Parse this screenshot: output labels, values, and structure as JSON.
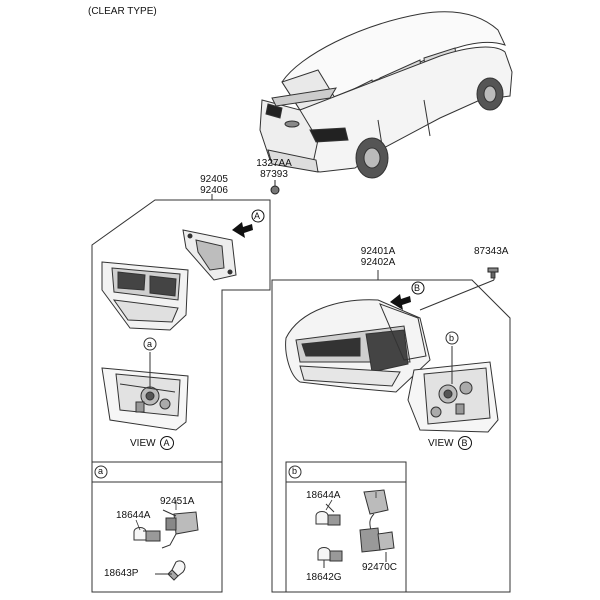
{
  "header": {
    "title": "(CLEAR TYPE)"
  },
  "parts": {
    "clip_top": [
      "1327AA",
      "87393"
    ],
    "inner_lamp": [
      "92405",
      "92406"
    ],
    "outer_lamp": [
      "92401A",
      "92402A"
    ],
    "screw": "87343A",
    "bulb_a_single": "18644A",
    "socket_a": "92451A",
    "bulb_a_small": "18643P",
    "bulb_b_single": "18644A",
    "bulb_b_small": "18642G",
    "socket_b": "92470C"
  },
  "views": {
    "view_a_text": "VIEW",
    "view_a_letter": "A",
    "view_b_text": "VIEW",
    "view_b_letter": "B"
  },
  "callouts": {
    "arrow_a": "A",
    "arrow_b": "B",
    "detail_a": "a",
    "detail_b": "b"
  }
}
